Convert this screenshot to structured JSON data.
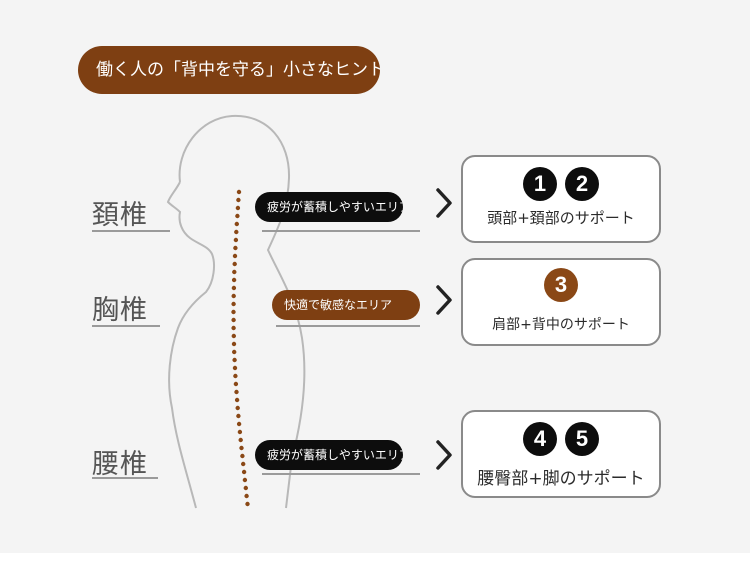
{
  "title": "働く人の「背中を守る」小さなヒント",
  "regions": {
    "cervical": "頚椎",
    "thoracic": "胸椎",
    "lumbar": "腰椎"
  },
  "tags": {
    "cervical": "疲労が蓄積しやすいエリア",
    "thoracic": "快適で敏感なエリア",
    "lumbar": "疲労が蓄積しやすいエリア"
  },
  "cards": {
    "cervical": {
      "badges": [
        "1",
        "2"
      ],
      "text": "頭部+頚部のサポート"
    },
    "thoracic": {
      "badges": [
        "3"
      ],
      "text": "肩部+背中のサポート"
    },
    "lumbar": {
      "badges": [
        "4",
        "5"
      ],
      "text": "腰臀部+脚のサポート"
    }
  },
  "colors": {
    "brown": "#7e3f12",
    "black": "#0d0d0d",
    "spine_dots": "#8a4816",
    "outline": "#b8b8b8"
  }
}
